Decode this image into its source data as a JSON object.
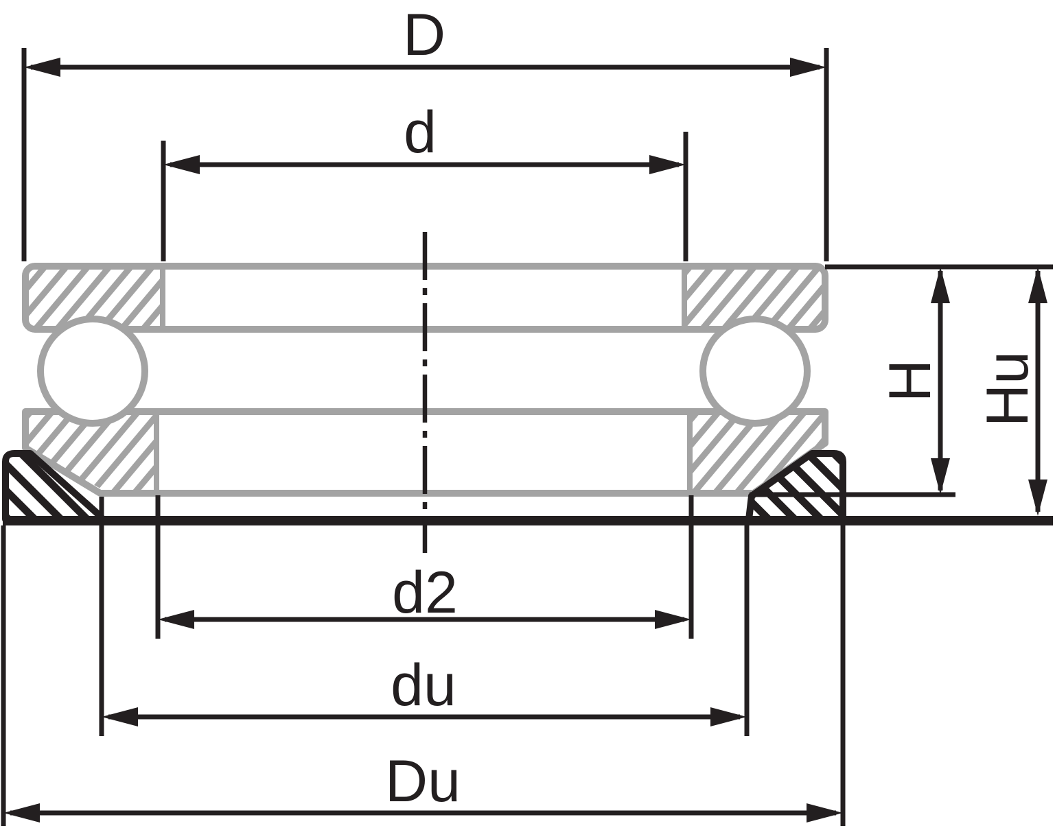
{
  "diagram": {
    "labels": {
      "D": "D",
      "d": "d",
      "d2": "d2",
      "du": "du",
      "Du": "Du",
      "H": "H",
      "Hu": "Hu"
    },
    "colors": {
      "line_black": "#231f20",
      "part_gray": "#a3a3a3",
      "background": "#ffffff"
    }
  }
}
